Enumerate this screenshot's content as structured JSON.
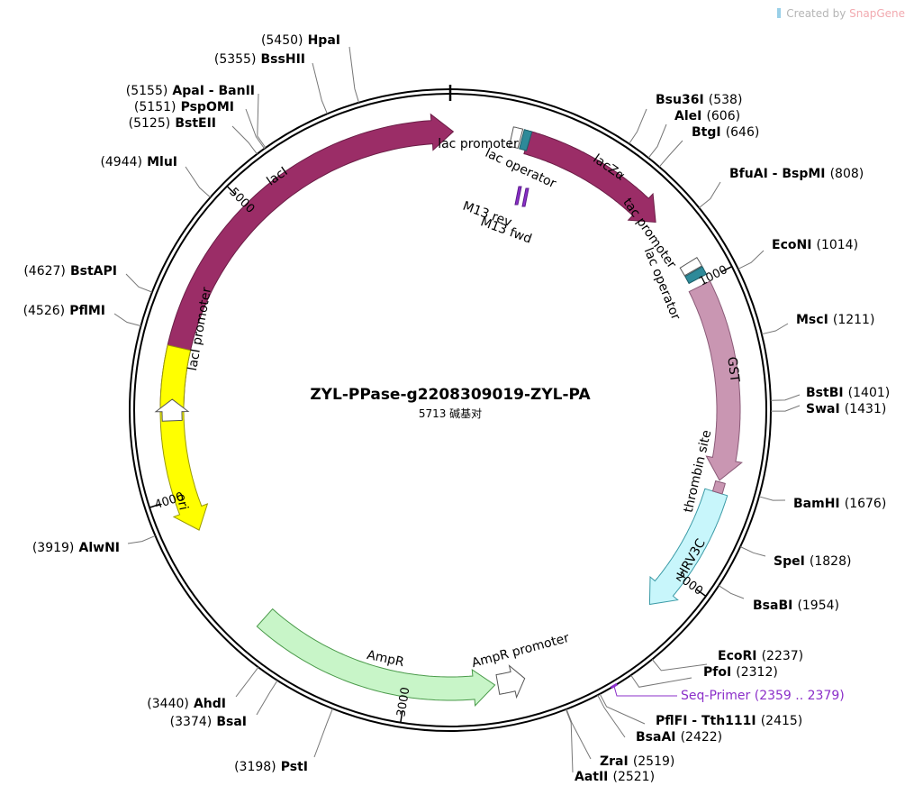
{
  "watermark": {
    "prefix": "Created by",
    "brand": "SnapGene"
  },
  "plasmid": {
    "name": "ZYL-PPase-g2208309019-ZYL-PA",
    "size_label": "5713 碱基对",
    "length": 5713
  },
  "ticks": [
    {
      "bp": 1000,
      "label": "1000"
    },
    {
      "bp": 2000,
      "label": "2000"
    },
    {
      "bp": 3000,
      "label": "3000"
    },
    {
      "bp": 4000,
      "label": "4000"
    },
    {
      "bp": 5000,
      "label": "5000"
    }
  ],
  "sites_right": [
    {
      "name": "Bsu36I",
      "pos": "(538)"
    },
    {
      "name": "AleI",
      "pos": "(606)"
    },
    {
      "name": "BtgI",
      "pos": "(646)"
    },
    {
      "name": "BfuAI - BspMI",
      "pos": "(808)"
    },
    {
      "name": "EcoNI",
      "pos": "(1014)"
    },
    {
      "name": "MscI",
      "pos": "(1211)"
    },
    {
      "name": "BstBI",
      "pos": "(1401)"
    },
    {
      "name": "SwaI",
      "pos": "(1431)"
    },
    {
      "name": "BamHI",
      "pos": "(1676)"
    },
    {
      "name": "SpeI",
      "pos": "(1828)"
    },
    {
      "name": "BsaBI",
      "pos": "(1954)"
    },
    {
      "name": "EcoRI",
      "pos": "(2237)"
    },
    {
      "name": "PfoI",
      "pos": "(2312)"
    },
    {
      "name": "PflFI - Tth111I",
      "pos": "(2415)"
    },
    {
      "name": "BsaAI",
      "pos": "(2422)"
    },
    {
      "name": "ZraI",
      "pos": "(2519)"
    },
    {
      "name": "AatII",
      "pos": "(2521)"
    }
  ],
  "sites_left": [
    {
      "name": "HpaI",
      "pos": "(5450)"
    },
    {
      "name": "BssHII",
      "pos": "(5355)"
    },
    {
      "name": "ApaI - BanII",
      "pos": "(5155)"
    },
    {
      "name": "PspOMI",
      "pos": "(5151)"
    },
    {
      "name": "BstEII",
      "pos": "(5125)"
    },
    {
      "name": "MluI",
      "pos": "(4944)"
    },
    {
      "name": "BstAPI",
      "pos": "(4627)"
    },
    {
      "name": "PflMI",
      "pos": "(4526)"
    },
    {
      "name": "AlwNI",
      "pos": "(3919)"
    },
    {
      "name": "AhdI",
      "pos": "(3440)"
    },
    {
      "name": "BsaI",
      "pos": "(3374)"
    },
    {
      "name": "PstI",
      "pos": "(3198)"
    }
  ],
  "primer": {
    "name": "Seq-Primer",
    "range": "(2359 .. 2379)",
    "color": "#8b2fc9"
  },
  "features": [
    {
      "name": "lacI",
      "color": "#9b2d67"
    },
    {
      "name": "lacZα",
      "color": "#9b2d67"
    },
    {
      "name": "GST",
      "color": "#c996b2"
    },
    {
      "name": "HRV3C",
      "color": "#c8f6fb"
    },
    {
      "name": "AmpR",
      "color": "#c8f5c8"
    },
    {
      "name": "ori",
      "color": "#ffff00"
    },
    {
      "name": "lac promoter",
      "color": "#ffffff"
    },
    {
      "name": "lac operator",
      "color": "#2e8a99"
    },
    {
      "name": "tac promoter",
      "color": "#ffffff"
    },
    {
      "name": "lac operator",
      "color": "#2e8a99"
    },
    {
      "name": "thrombin site",
      "color": "#c996b2"
    },
    {
      "name": "AmpR promoter",
      "color": "#ffffff"
    },
    {
      "name": "lacI promoter",
      "color": "#ffffff"
    },
    {
      "name": "M13 rev",
      "color": "#8b2fc9"
    },
    {
      "name": "M13 fwd",
      "color": "#8b2fc9"
    }
  ]
}
